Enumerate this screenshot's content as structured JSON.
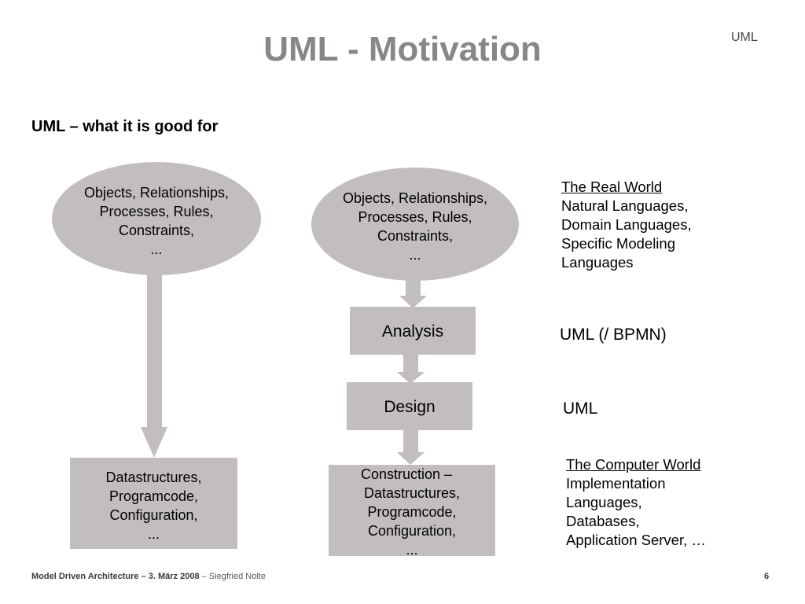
{
  "slide": {
    "title": "UML - Motivation",
    "corner_label": "UML",
    "subtitle": "UML – what it is good for"
  },
  "colors": {
    "shape_fill": "#c3bebe",
    "title": "#8a8586"
  },
  "left_column": {
    "ellipse_lines": [
      "Objects, Relationships,",
      "Processes, Rules,",
      "Constraints,",
      "..."
    ],
    "box_lines": [
      "Datastructures,",
      "Programcode,",
      "Configuration,",
      "..."
    ]
  },
  "middle_column": {
    "ellipse_lines": [
      "Objects, Relationships,",
      "Processes, Rules,",
      "Constraints,",
      "..."
    ],
    "analysis": "Analysis",
    "design": "Design",
    "box_lines": [
      "Construction –",
      "Datastructures,",
      "Programcode,",
      "Configuration,",
      "..."
    ]
  },
  "right_column": {
    "real_world_heading": "The Real World",
    "real_world_lines": [
      "Natural Languages,",
      "Domain Languages,",
      "Specific Modeling",
      "Languages"
    ],
    "analysis_note": "UML (/ BPMN)",
    "design_note": "UML",
    "computer_world_heading": "The Computer World",
    "computer_world_lines": [
      "Implementation",
      "Languages,",
      "Databases,",
      "Application Server, …"
    ]
  },
  "footer": {
    "course": "Model Driven Architecture – 3. März 2008",
    "separator": " – ",
    "author": "Siegfried Nolte",
    "page_number": "6"
  }
}
